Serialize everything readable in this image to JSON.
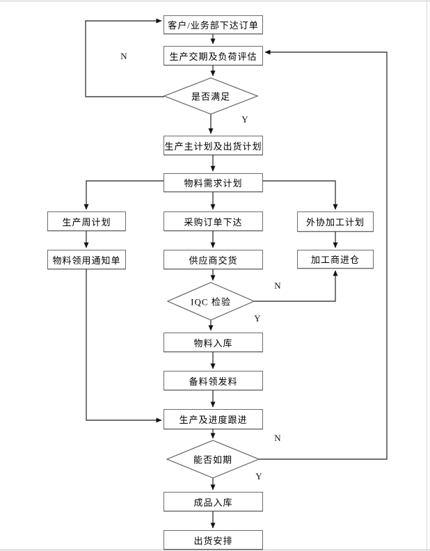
{
  "flowchart": {
    "nodes": [
      {
        "id": "customer-order",
        "type": "process",
        "label": "客户/业务部下达订单"
      },
      {
        "id": "delivery-load-eval",
        "type": "process",
        "label": "生产交期及负荷评估"
      },
      {
        "id": "decision-satisfied",
        "type": "decision",
        "label": "是否满足"
      },
      {
        "id": "master-plan",
        "type": "process",
        "label": "生产主计划及出货计划"
      },
      {
        "id": "mrp",
        "type": "process",
        "label": "物料需求计划"
      },
      {
        "id": "weekly-plan",
        "type": "process",
        "label": "生产周计划"
      },
      {
        "id": "material-notice",
        "type": "process",
        "label": "物料领用通知单"
      },
      {
        "id": "purchase-order",
        "type": "process",
        "label": "采购订单下达"
      },
      {
        "id": "supplier-delivery",
        "type": "process",
        "label": "供应商交货"
      },
      {
        "id": "outsource-plan",
        "type": "process",
        "label": "外协加工计划"
      },
      {
        "id": "processor-warehouse",
        "type": "process",
        "label": "加工商进仓"
      },
      {
        "id": "iqc-check",
        "type": "decision",
        "label": "IQC 检验"
      },
      {
        "id": "material-warehouse",
        "type": "process",
        "label": "物料入库"
      },
      {
        "id": "material-issue",
        "type": "process",
        "label": "备料领发料"
      },
      {
        "id": "production-follow",
        "type": "process",
        "label": "生产及进度跟进"
      },
      {
        "id": "decision-ontime",
        "type": "decision",
        "label": "能否如期"
      },
      {
        "id": "finished-warehouse",
        "type": "process",
        "label": "成品入库"
      },
      {
        "id": "shipping",
        "type": "process",
        "label": "出货安排"
      }
    ],
    "branch_labels": {
      "satisfied_no": "N",
      "satisfied_yes": "Y",
      "iqc_no": "N",
      "iqc_yes": "Y",
      "ontime_no": "N",
      "ontime_yes": "Y"
    },
    "colors": {
      "line": "#404040",
      "box_border": "#6b6b6b",
      "text": "#000000",
      "background": "#ffffff"
    }
  }
}
